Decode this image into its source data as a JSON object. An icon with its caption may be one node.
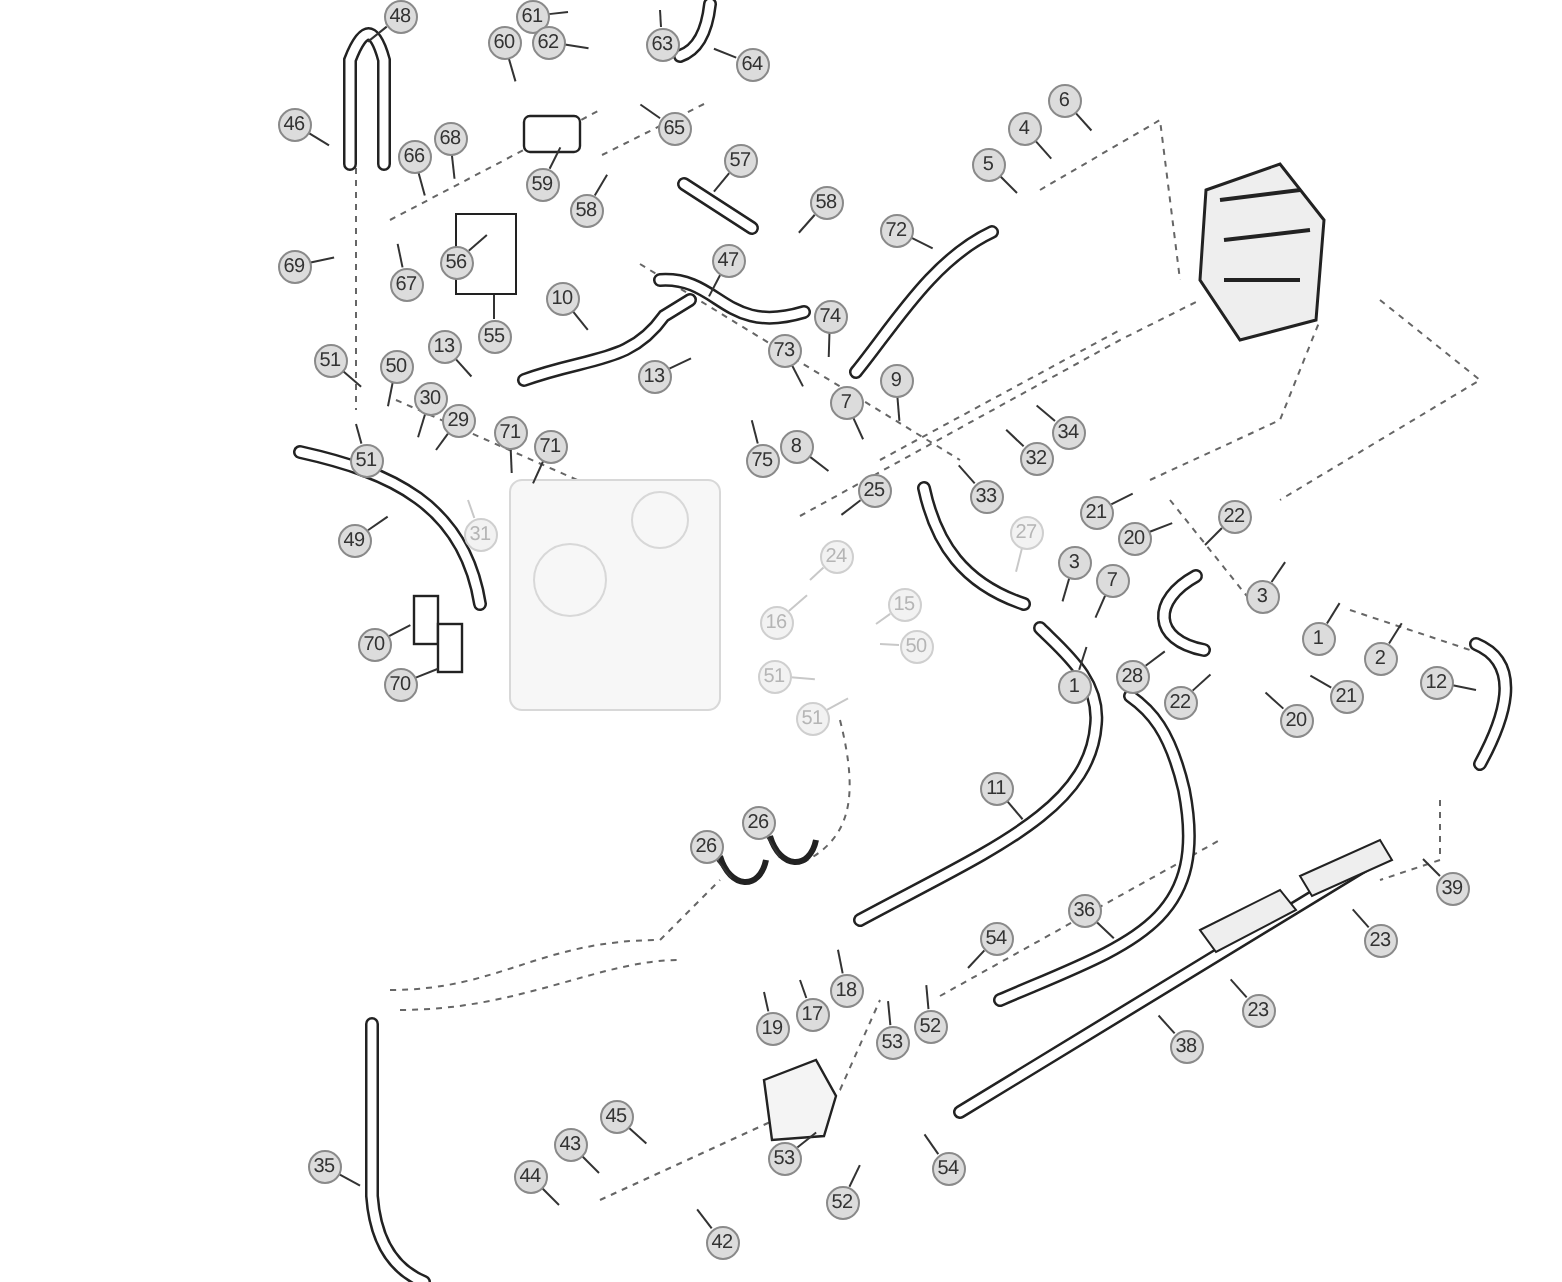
{
  "diagram": {
    "nodes": [
      {
        "text": [
          "48"
        ]
      },
      {
        "text": [
          "61"
        ]
      },
      {
        "text": [
          "60"
        ]
      },
      {
        "text": [
          "62"
        ]
      },
      {
        "text": [
          "63"
        ]
      },
      {
        "text": [
          "64"
        ]
      },
      {
        "text": [
          "46"
        ]
      },
      {
        "text": [
          "66"
        ]
      },
      {
        "text": [
          "68"
        ]
      },
      {
        "text": [
          "59"
        ]
      },
      {
        "text": [
          "65"
        ]
      },
      {
        "text": [
          "57"
        ]
      },
      {
        "text": [
          "58"
        ]
      },
      {
        "text": [
          "58"
        ]
      },
      {
        "text": [
          "56"
        ]
      },
      {
        "text": [
          "55"
        ]
      },
      {
        "text": [
          "69"
        ]
      },
      {
        "text": [
          "67"
        ]
      },
      {
        "text": [
          "47"
        ]
      },
      {
        "text": [
          "10"
        ]
      },
      {
        "text": [
          "72"
        ]
      },
      {
        "text": [
          "13"
        ]
      },
      {
        "text": [
          "13"
        ]
      },
      {
        "text": [
          "74"
        ]
      },
      {
        "text": [
          "73"
        ]
      },
      {
        "text": [
          "51"
        ]
      },
      {
        "text": [
          "50"
        ]
      },
      {
        "text": [
          "30"
        ]
      },
      {
        "text": [
          "29"
        ]
      },
      {
        "text": [
          "71"
        ]
      },
      {
        "text": [
          "71"
        ]
      },
      {
        "text": [
          "75"
        ]
      },
      {
        "text": [
          "8"
        ]
      },
      {
        "text": [
          "7"
        ]
      },
      {
        "text": [
          "9"
        ]
      },
      {
        "text": [
          "25"
        ]
      },
      {
        "text": [
          "34"
        ]
      },
      {
        "text": [
          "32"
        ]
      },
      {
        "text": [
          "33"
        ]
      },
      {
        "text": [
          "51"
        ]
      },
      {
        "text": [
          "49"
        ]
      },
      {
        "text": [
          "31"
        ]
      },
      {
        "text": [
          "5"
        ]
      },
      {
        "text": [
          "4"
        ]
      },
      {
        "text": [
          "6"
        ]
      },
      {
        "text": [
          "21"
        ]
      },
      {
        "text": [
          "20"
        ]
      },
      {
        "text": [
          "22"
        ]
      },
      {
        "text": [
          "3"
        ]
      },
      {
        "text": [
          "1"
        ]
      },
      {
        "text": [
          "2"
        ]
      },
      {
        "text": [
          "12"
        ]
      },
      {
        "text": [
          "28"
        ]
      },
      {
        "text": [
          "22"
        ]
      },
      {
        "text": [
          "20"
        ]
      },
      {
        "text": [
          "21"
        ]
      },
      {
        "text": [
          "3"
        ]
      },
      {
        "text": [
          "7"
        ]
      },
      {
        "text": [
          "1"
        ]
      },
      {
        "text": [
          "27"
        ]
      },
      {
        "text": [
          "24"
        ]
      },
      {
        "text": [
          "16"
        ]
      },
      {
        "text": [
          "15"
        ]
      },
      {
        "text": [
          "50"
        ]
      },
      {
        "text": [
          "51"
        ]
      },
      {
        "text": [
          "51"
        ]
      },
      {
        "text": [
          "70"
        ]
      },
      {
        "text": [
          "70"
        ]
      },
      {
        "text": [
          "11"
        ]
      },
      {
        "text": [
          "26"
        ]
      },
      {
        "text": [
          "26"
        ]
      },
      {
        "text": [
          "54"
        ]
      },
      {
        "text": [
          "36"
        ]
      },
      {
        "text": [
          "23"
        ]
      },
      {
        "text": [
          "23"
        ]
      },
      {
        "text": [
          "38"
        ]
      },
      {
        "text": [
          "39"
        ]
      },
      {
        "text": [
          "19"
        ]
      },
      {
        "text": [
          "17"
        ]
      },
      {
        "text": [
          "18"
        ]
      },
      {
        "text": [
          "53"
        ]
      },
      {
        "text": [
          "52"
        ]
      },
      {
        "text": [
          "53"
        ]
      },
      {
        "text": [
          "52"
        ]
      },
      {
        "text": [
          "54"
        ]
      },
      {
        "text": [
          "45"
        ]
      },
      {
        "text": [
          "43"
        ]
      },
      {
        "text": [
          "44"
        ]
      },
      {
        "text": [
          "42"
        ]
      },
      {
        "text": [
          "35"
        ]
      }
    ],
    "edges": [
      {
        "from": 0,
        "to": null,
        "arrow": "none"
      },
      {
        "from": 1,
        "to": null,
        "arrow": "none"
      },
      {
        "from": 2,
        "to": null,
        "arrow": "none"
      },
      {
        "from": 3,
        "to": null,
        "arrow": "none"
      },
      {
        "from": 4,
        "to": null,
        "arrow": "none"
      },
      {
        "from": 5,
        "to": null,
        "arrow": "none"
      },
      {
        "from": 6,
        "to": null,
        "arrow": "none"
      },
      {
        "from": 7,
        "to": null,
        "arrow": "none"
      },
      {
        "from": 8,
        "to": null,
        "arrow": "none"
      },
      {
        "from": 9,
        "to": null,
        "arrow": "none"
      },
      {
        "from": 10,
        "to": null,
        "arrow": "none"
      },
      {
        "from": 11,
        "to": null,
        "arrow": "none"
      },
      {
        "from": 12,
        "to": null,
        "arrow": "none"
      },
      {
        "from": 13,
        "to": null,
        "arrow": "none"
      },
      {
        "from": 14,
        "to": null,
        "arrow": "none"
      },
      {
        "from": 15,
        "to": null,
        "arrow": "none"
      },
      {
        "from": 16,
        "to": null,
        "arrow": "none"
      },
      {
        "from": 17,
        "to": null,
        "arrow": "none"
      },
      {
        "from": 18,
        "to": null,
        "arrow": "none"
      },
      {
        "from": 19,
        "to": null,
        "arrow": "none"
      },
      {
        "from": 20,
        "to": null,
        "arrow": "none"
      },
      {
        "from": 21,
        "to": null,
        "arrow": "none"
      },
      {
        "from": 22,
        "to": null,
        "arrow": "none"
      },
      {
        "from": 23,
        "to": null,
        "arrow": "none"
      },
      {
        "from": 24,
        "to": null,
        "arrow": "none"
      },
      {
        "from": 25,
        "to": null,
        "arrow": "none"
      },
      {
        "from": 26,
        "to": null,
        "arrow": "none"
      },
      {
        "from": 27,
        "to": null,
        "arrow": "none"
      },
      {
        "from": 28,
        "to": null,
        "arrow": "none"
      },
      {
        "from": 29,
        "to": null,
        "arrow": "none"
      },
      {
        "from": 30,
        "to": null,
        "arrow": "none"
      },
      {
        "from": 31,
        "to": null,
        "arrow": "none"
      },
      {
        "from": 32,
        "to": null,
        "arrow": "none"
      },
      {
        "from": 33,
        "to": null,
        "arrow": "none"
      },
      {
        "from": 34,
        "to": null,
        "arrow": "none"
      },
      {
        "from": 35,
        "to": null,
        "arrow": "none"
      },
      {
        "from": 36,
        "to": null,
        "arrow": "none"
      },
      {
        "from": 37,
        "to": null,
        "arrow": "none"
      },
      {
        "from": 38,
        "to": null,
        "arrow": "none"
      },
      {
        "from": 39,
        "to": null,
        "arrow": "none"
      },
      {
        "from": 40,
        "to": null,
        "arrow": "none"
      },
      {
        "from": 41,
        "to": null,
        "arrow": "none",
        "color": "#c8c8c8"
      },
      {
        "from": 42,
        "to": null,
        "arrow": "none"
      },
      {
        "from": 43,
        "to": null,
        "arrow": "none"
      },
      {
        "from": 44,
        "to": null,
        "arrow": "none"
      },
      {
        "from": 45,
        "to": null,
        "arrow": "none"
      },
      {
        "from": 46,
        "to": null,
        "arrow": "none"
      },
      {
        "from": 47,
        "to": null,
        "arrow": "none"
      },
      {
        "from": 48,
        "to": null,
        "arrow": "none"
      },
      {
        "from": 49,
        "to": null,
        "arrow": "none"
      },
      {
        "from": 50,
        "to": null,
        "arrow": "none"
      },
      {
        "from": 51,
        "to": null,
        "arrow": "none"
      },
      {
        "from": 52,
        "to": null,
        "arrow": "none"
      },
      {
        "from": 53,
        "to": null,
        "arrow": "none"
      },
      {
        "from": 54,
        "to": null,
        "arrow": "none"
      },
      {
        "from": 55,
        "to": null,
        "arrow": "none"
      },
      {
        "from": 56,
        "to": null,
        "arrow": "none"
      },
      {
        "from": 57,
        "to": null,
        "arrow": "none"
      },
      {
        "from": 58,
        "to": null,
        "arrow": "none"
      },
      {
        "from": 59,
        "to": null,
        "arrow": "none",
        "color": "#c8c8c8"
      },
      {
        "from": 60,
        "to": null,
        "arrow": "none",
        "color": "#c8c8c8"
      },
      {
        "from": 61,
        "to": null,
        "arrow": "none",
        "color": "#c8c8c8"
      },
      {
        "from": 62,
        "to": null,
        "arrow": "none",
        "color": "#c8c8c8"
      },
      {
        "from": 63,
        "to": null,
        "arrow": "none",
        "color": "#c8c8c8"
      },
      {
        "from": 64,
        "to": null,
        "arrow": "none",
        "color": "#c8c8c8"
      },
      {
        "from": 65,
        "to": null,
        "arrow": "none",
        "color": "#c8c8c8"
      },
      {
        "from": 66,
        "to": null,
        "arrow": "none"
      },
      {
        "from": 67,
        "to": null,
        "arrow": "none"
      },
      {
        "from": 68,
        "to": null,
        "arrow": "none"
      },
      {
        "from": 69,
        "to": null,
        "arrow": "none"
      },
      {
        "from": 70,
        "to": null,
        "arrow": "none"
      },
      {
        "from": 71,
        "to": null,
        "arrow": "none"
      },
      {
        "from": 72,
        "to": null,
        "arrow": "none"
      },
      {
        "from": 73,
        "to": null,
        "arrow": "none"
      },
      {
        "from": 74,
        "to": null,
        "arrow": "none"
      },
      {
        "from": 75,
        "to": null,
        "arrow": "none"
      },
      {
        "from": 76,
        "to": null,
        "arrow": "none"
      },
      {
        "from": 77,
        "to": null,
        "arrow": "none"
      },
      {
        "from": 78,
        "to": null,
        "arrow": "none"
      },
      {
        "from": 79,
        "to": null,
        "arrow": "none"
      },
      {
        "from": 80,
        "to": null,
        "arrow": "none"
      },
      {
        "from": 81,
        "to": null,
        "arrow": "none"
      },
      {
        "from": 82,
        "to": null,
        "arrow": "none"
      },
      {
        "from": 83,
        "to": null,
        "arrow": "none"
      },
      {
        "from": 84,
        "to": null,
        "arrow": "none"
      },
      {
        "from": 85,
        "to": null,
        "arrow": "none"
      },
      {
        "from": 86,
        "to": null,
        "arrow": "none"
      },
      {
        "from": 87,
        "to": null,
        "arrow": "none"
      },
      {
        "from": 88,
        "to": null,
        "arrow": "none"
      },
      {
        "from": 89,
        "to": null,
        "arrow": "none"
      }
    ]
  }
}
